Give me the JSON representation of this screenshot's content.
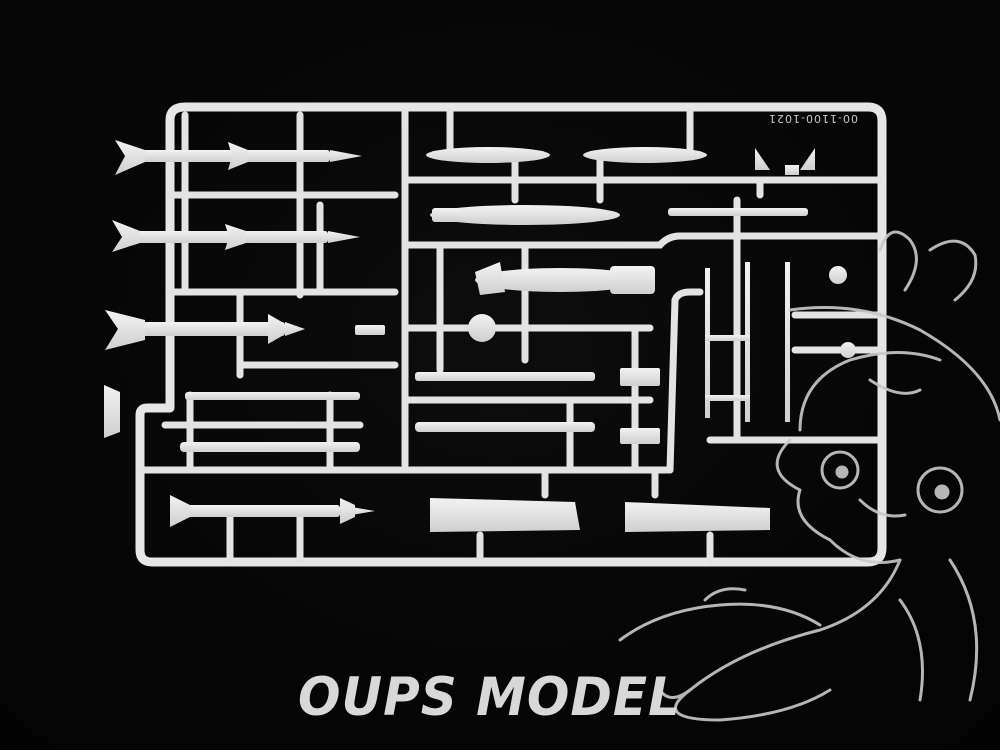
{
  "photo": {
    "subject": "plastic-model-sprue",
    "background_color": "#050505",
    "plastic_color": "#e9e9e9"
  },
  "sprue": {
    "code_text": "00-1100-1021"
  },
  "watermark": {
    "text": "OUPS MODEL",
    "mascot_logo": "cartoon-character-outline"
  }
}
